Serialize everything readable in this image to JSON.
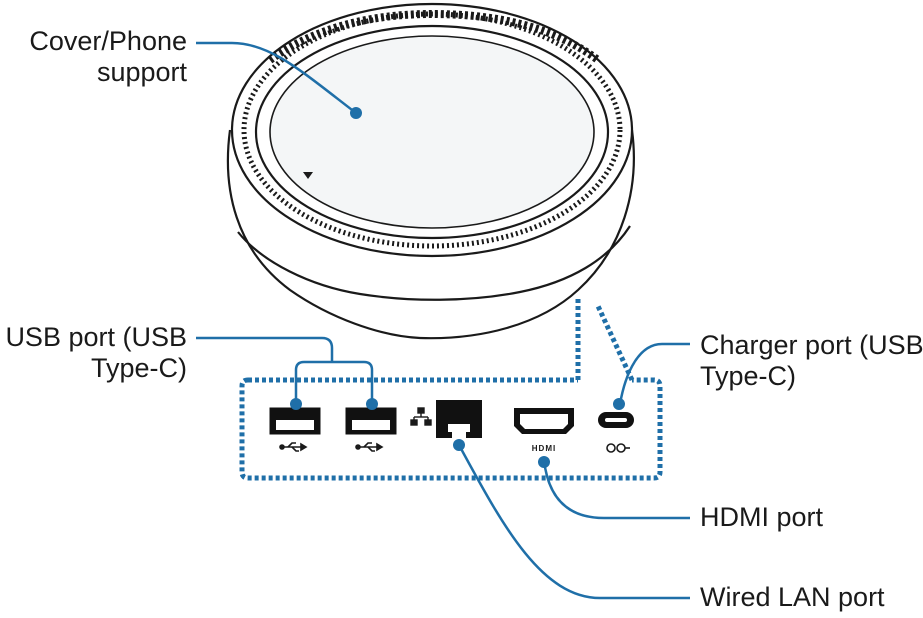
{
  "labels": {
    "cover_support": {
      "line1": "Cover/Phone",
      "line2": "support"
    },
    "usb_port": {
      "line1": "USB port (USB",
      "line2": "Type-C)"
    },
    "charger_port": {
      "line1": "Charger port (USB",
      "line2": "Type-C)"
    },
    "hdmi_port": {
      "line1": "HDMI port"
    },
    "wired_lan_port": {
      "line1": "Wired LAN port"
    }
  },
  "port_marks": {
    "hdmi": "HDMI"
  },
  "icons": {
    "usb_symbol": "usb-symbol-icon",
    "lan_symbol": "lan-network-icon",
    "charger_symbol": "usb-c-power-icon"
  },
  "colors": {
    "callout_line": "#1f6fa8",
    "outline": "#1a1a1a",
    "dotted_box": "#1f6fa8",
    "device_fill": "#ffffff",
    "port_fill": "#111111"
  }
}
